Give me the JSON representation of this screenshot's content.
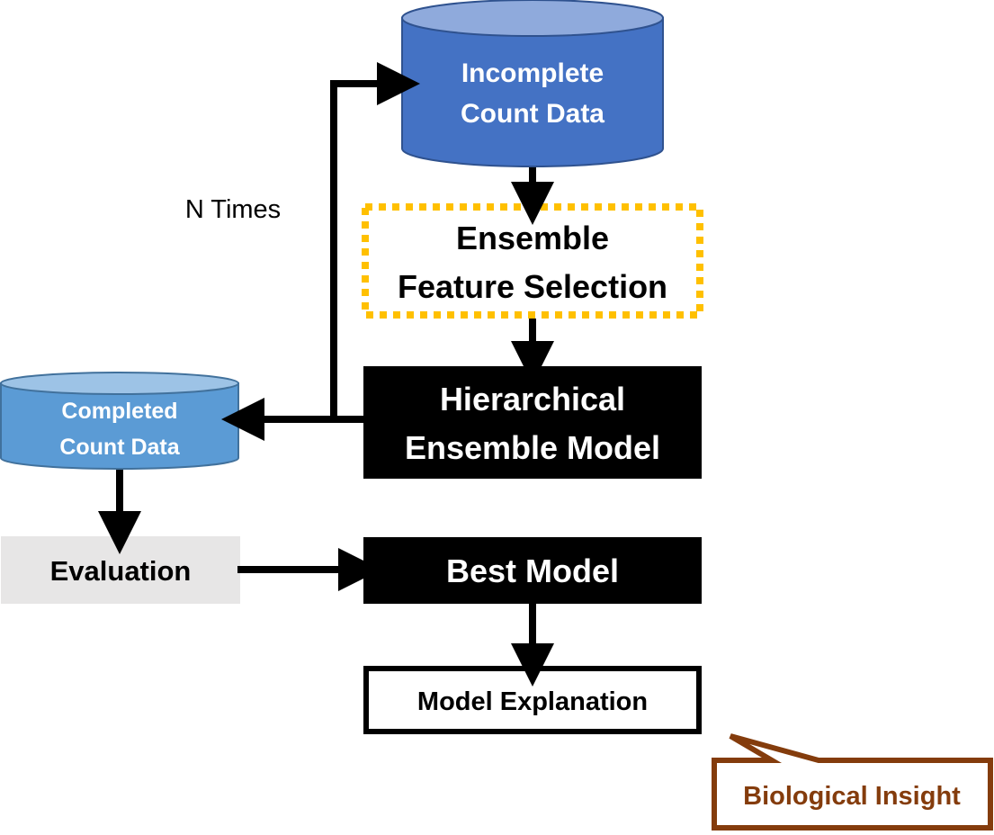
{
  "nodes": {
    "incomplete": {
      "line1": "Incomplete",
      "line2": "Count Data"
    },
    "feature_selection": {
      "line1": "Ensemble",
      "line2": "Feature Selection"
    },
    "hierarchical": {
      "line1": "Hierarchical",
      "line2": "Ensemble Model"
    },
    "completed": {
      "line1": "Completed",
      "line2": "Count Data"
    },
    "evaluation": {
      "label": "Evaluation"
    },
    "best_model": {
      "label": "Best Model"
    },
    "explanation": {
      "label": "Model Explanation"
    },
    "insight": {
      "label": "Biological Insight"
    }
  },
  "loop_label": "N Times",
  "colors": {
    "cylinder_dark_fill": "#4472C4",
    "cylinder_dark_top": "#8FAADC",
    "cylinder_dark_stroke": "#2F528F",
    "cylinder_light_fill": "#5B9BD5",
    "cylinder_light_top": "#9DC3E6",
    "cylinder_light_stroke": "#41719C",
    "dotted_border": "#FFC000",
    "evaluation_fill": "#E7E6E6",
    "black": "#000000",
    "insight_border": "#843C0C",
    "insight_text": "#843C0C"
  }
}
